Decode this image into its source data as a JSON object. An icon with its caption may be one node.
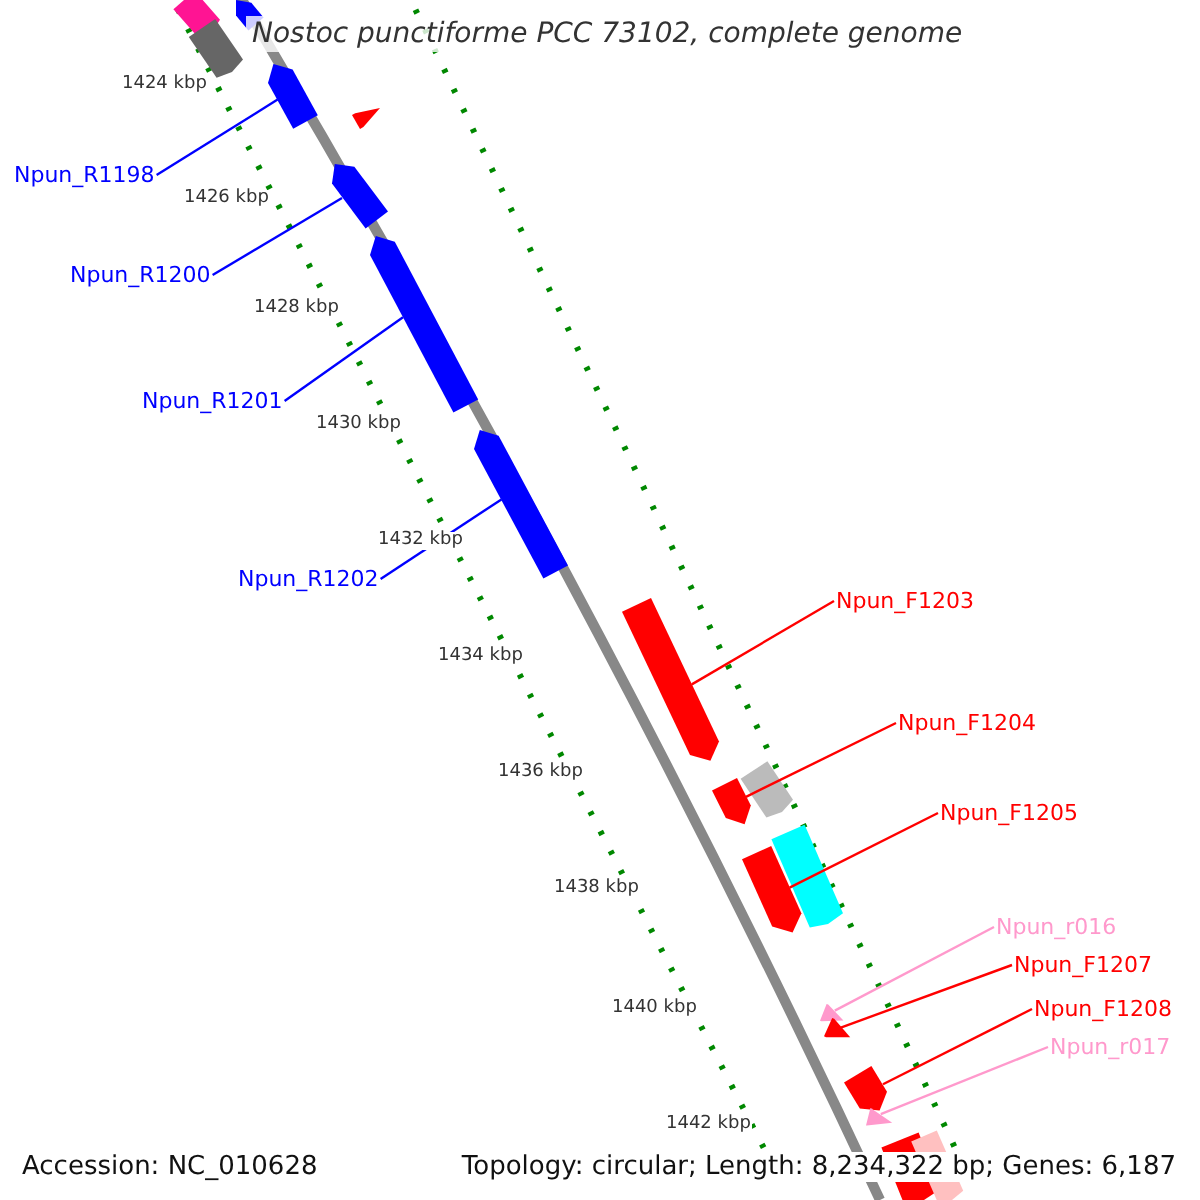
{
  "diagram": {
    "title": "Nostoc punctiforme PCC 73102, complete genome",
    "nodes": [
      {
        "text": [
          "Npun_R1198"
        ]
      },
      {
        "text": [
          "Npun_R1200"
        ]
      },
      {
        "text": [
          "Npun_R1201"
        ]
      },
      {
        "text": [
          "Npun_R1202"
        ]
      },
      {
        "text": [
          "Npun_F1203"
        ]
      },
      {
        "text": [
          "Npun_F1204"
        ]
      },
      {
        "text": [
          "Npun_F1205"
        ]
      },
      {
        "text": [
          "Npun_r016"
        ]
      },
      {
        "text": [
          "Npun_F1207"
        ]
      },
      {
        "text": [
          "Npun_F1208"
        ]
      },
      {
        "text": [
          "Npun_r017"
        ]
      },
      {
        "text": [],
        "shape": "arrow"
      },
      {
        "text": [],
        "shape": "arrow"
      },
      {
        "text": [],
        "shape": "arrow"
      },
      {
        "text": [],
        "shape": "arrow"
      },
      {
        "text": [],
        "shape": "arrow"
      },
      {
        "text": [],
        "shape": "arrow"
      },
      {
        "text": [],
        "shape": "arrow"
      },
      {
        "text": [],
        "shape": "arrow"
      },
      {
        "text": [],
        "shape": "arrow"
      },
      {
        "text": [],
        "shape": "arrow"
      },
      {
        "text": [],
        "shape": "arrow"
      },
      {
        "text": [],
        "shape": "arrow"
      }
    ],
    "edges": [
      {
        "from": 0,
        "to": 11,
        "arrow": "none",
        "color": "#0000ff"
      },
      {
        "from": 1,
        "to": 12,
        "arrow": "none",
        "color": "#0000ff"
      },
      {
        "from": 2,
        "to": 13,
        "arrow": "none",
        "color": "#0000ff"
      },
      {
        "from": 3,
        "to": 14,
        "arrow": "none",
        "color": "#0000ff"
      },
      {
        "from": 4,
        "to": 15,
        "arrow": "none"
      },
      {
        "from": 5,
        "to": 16,
        "arrow": "none"
      },
      {
        "from": 6,
        "to": 17,
        "arrow": "none"
      },
      {
        "from": 7,
        "to": 18,
        "arrow": "none",
        "color": "#ff99cc"
      },
      {
        "from": 8,
        "to": 19,
        "arrow": "none"
      },
      {
        "from": 9,
        "to": 20,
        "arrow": "none"
      },
      {
        "from": 10,
        "to": 21,
        "arrow": "none",
        "color": "#ff99cc"
      }
    ],
    "labels": [
      "1424 kbp",
      "1426 kbp",
      "1428 kbp",
      "1430 kbp",
      "1432 kbp",
      "1434 kbp",
      "1436 kbp",
      "1438 kbp",
      "1440 kbp",
      "1442 kbp",
      "Accession: NC_010628",
      "Topology: circular; Length: 8,234,322 bp; Genes: 6,187"
    ]
  }
}
